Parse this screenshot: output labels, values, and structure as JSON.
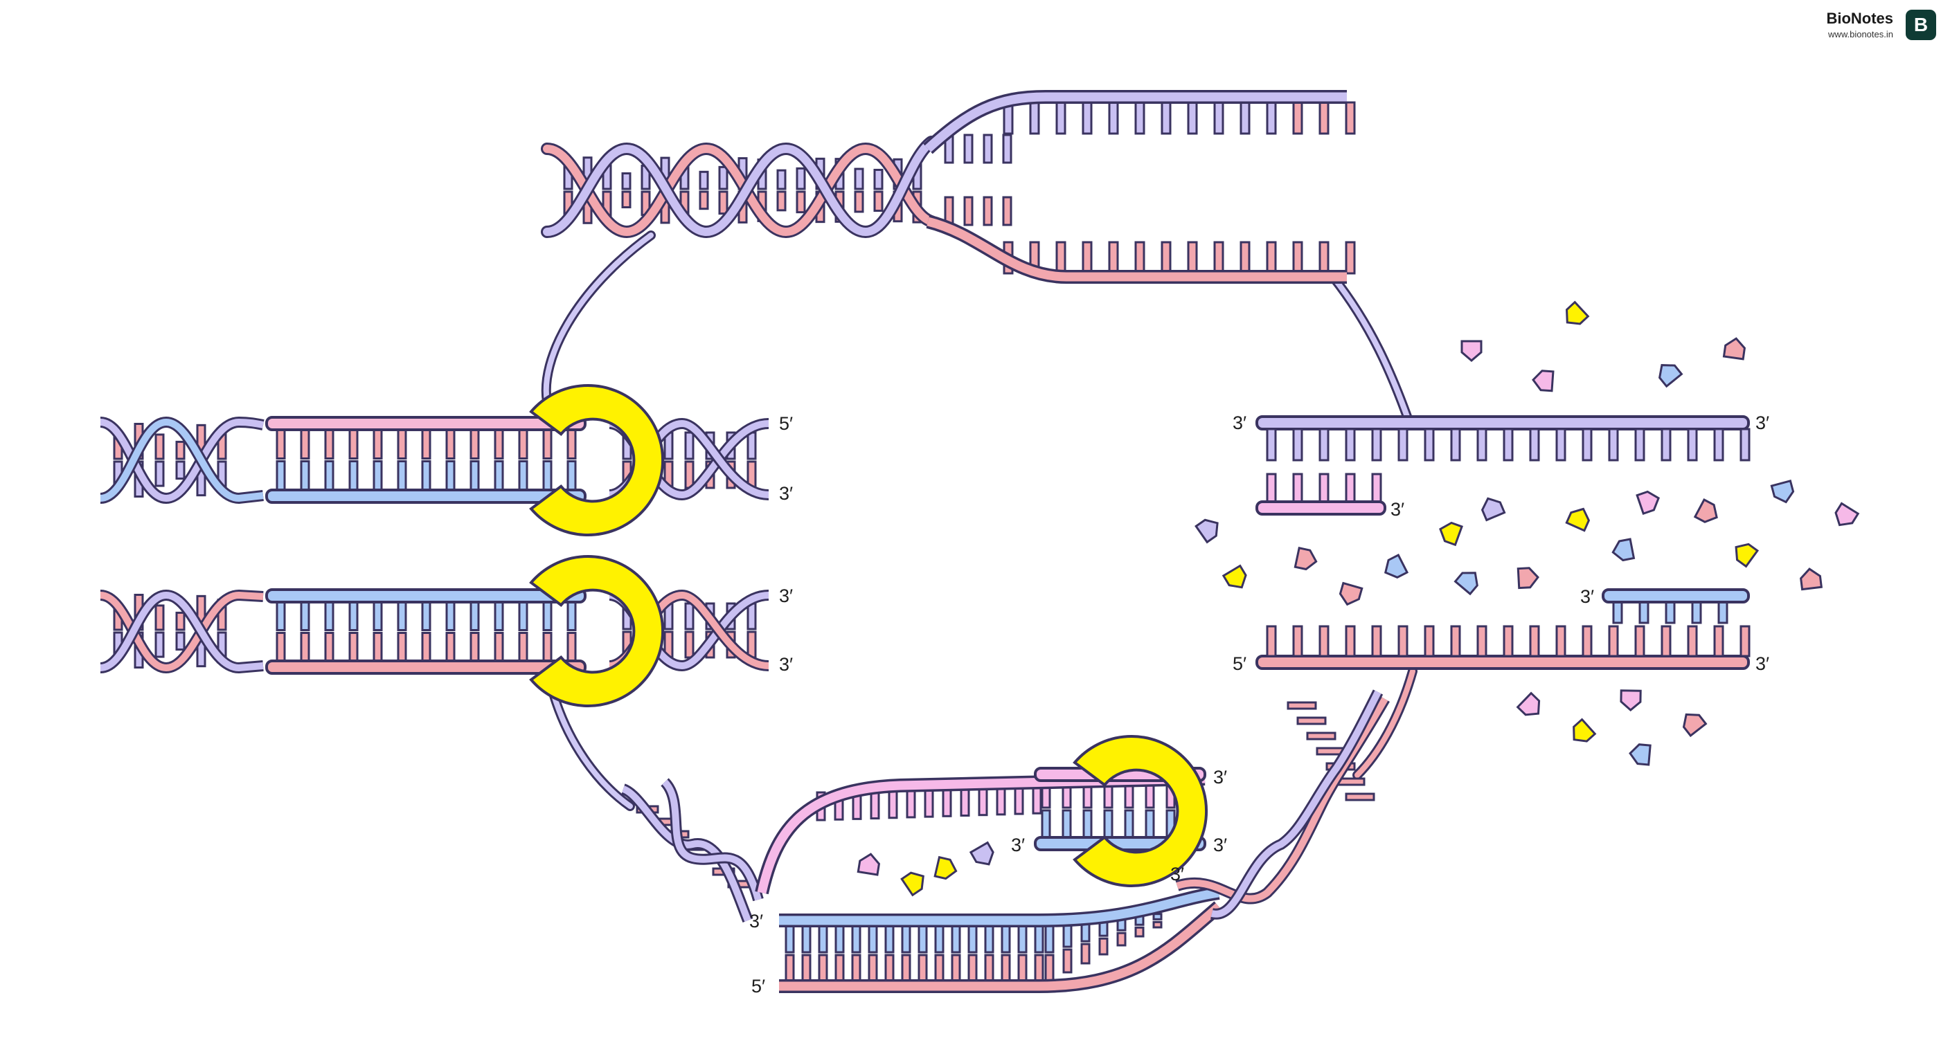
{
  "brand": {
    "name": "BioNotes",
    "url": "www.bionotes.in",
    "logo_letter": "B"
  },
  "labels": {
    "five_prime": "5′",
    "three_prime": "3′"
  },
  "colors": {
    "purple": "#c9c0f2",
    "pink": "#f2a7ae",
    "blue": "#a9c8f5",
    "magenta": "#f6b9e8",
    "yellow": "#fff200",
    "outline": "#3a3360"
  }
}
